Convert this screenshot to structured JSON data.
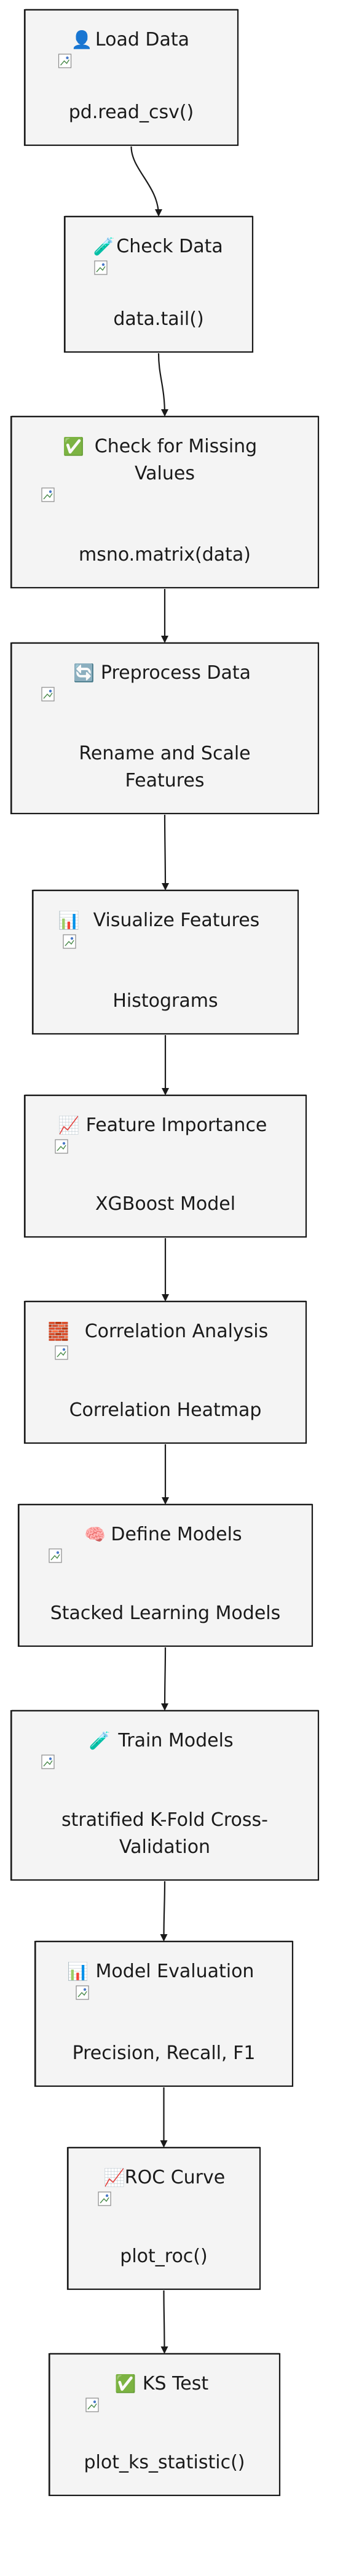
{
  "colors": {
    "box_fill": "#f4f4f4",
    "box_stroke": "#1a1a1a",
    "arrow": "#1a1a1a",
    "text": "#1a1a1a"
  },
  "nodes": [
    {
      "icon": "person-icon",
      "icon_glyph": "👤",
      "icon_color": "#d94040",
      "title_lines": [
        "Load Data"
      ],
      "sub_lines": [
        "pd.read_csv()"
      ]
    },
    {
      "icon": "test-tube-icon",
      "icon_glyph": "🧪",
      "icon_color": "#3a9a3a",
      "title_lines": [
        "Check Data"
      ],
      "sub_lines": [
        "data.tail()"
      ]
    },
    {
      "icon": "check-mark-icon",
      "icon_glyph": "✅",
      "icon_color": "#27a84a",
      "title_lines": [
        "Check for Missing",
        "Values"
      ],
      "sub_lines": [
        "msno.matrix(data)"
      ]
    },
    {
      "icon": "refresh-icon",
      "icon_glyph": "🔄",
      "icon_color": "#3b7dd8",
      "title_lines": [
        "Preprocess Data"
      ],
      "sub_lines": [
        "Rename and Scale",
        "Features"
      ]
    },
    {
      "icon": "bar-chart-icon",
      "icon_glyph": "📊",
      "icon_color": "#3b7dd8",
      "title_lines": [
        "Visualize Features"
      ],
      "sub_lines": [
        "Histograms"
      ]
    },
    {
      "icon": "trend-chart-icon",
      "icon_glyph": "📈",
      "icon_color": "#d94040",
      "title_lines": [
        "Feature Importance"
      ],
      "sub_lines": [
        "XGBoost Model"
      ]
    },
    {
      "icon": "brick-icon",
      "icon_glyph": "🧱",
      "icon_color": "#b5562e",
      "title_lines": [
        "Correlation Analysis"
      ],
      "sub_lines": [
        "Correlation Heatmap"
      ]
    },
    {
      "icon": "brain-icon",
      "icon_glyph": "🧠",
      "icon_color": "#e06f9a",
      "title_lines": [
        "Define Models"
      ],
      "sub_lines": [
        "Stacked Learning Models"
      ]
    },
    {
      "icon": "test-tube-icon",
      "icon_glyph": "🧪",
      "icon_color": "#3a9a3a",
      "title_lines": [
        "Train Models"
      ],
      "sub_lines": [
        "stratified K-Fold Cross-",
        "Validation"
      ]
    },
    {
      "icon": "bar-chart-icon",
      "icon_glyph": "📊",
      "icon_color": "#3b7dd8",
      "title_lines": [
        "Model Evaluation"
      ],
      "sub_lines": [
        "Precision, Recall, F1"
      ]
    },
    {
      "icon": "trend-chart-icon",
      "icon_glyph": "📈",
      "icon_color": "#d94040",
      "title_lines": [
        "ROC Curve"
      ],
      "sub_lines": [
        "plot_roc()"
      ]
    },
    {
      "icon": "check-mark-icon",
      "icon_glyph": "✅",
      "icon_color": "#27a84a",
      "title_lines": [
        "KS Test"
      ],
      "sub_lines": [
        "plot_ks_statistic()"
      ]
    }
  ]
}
